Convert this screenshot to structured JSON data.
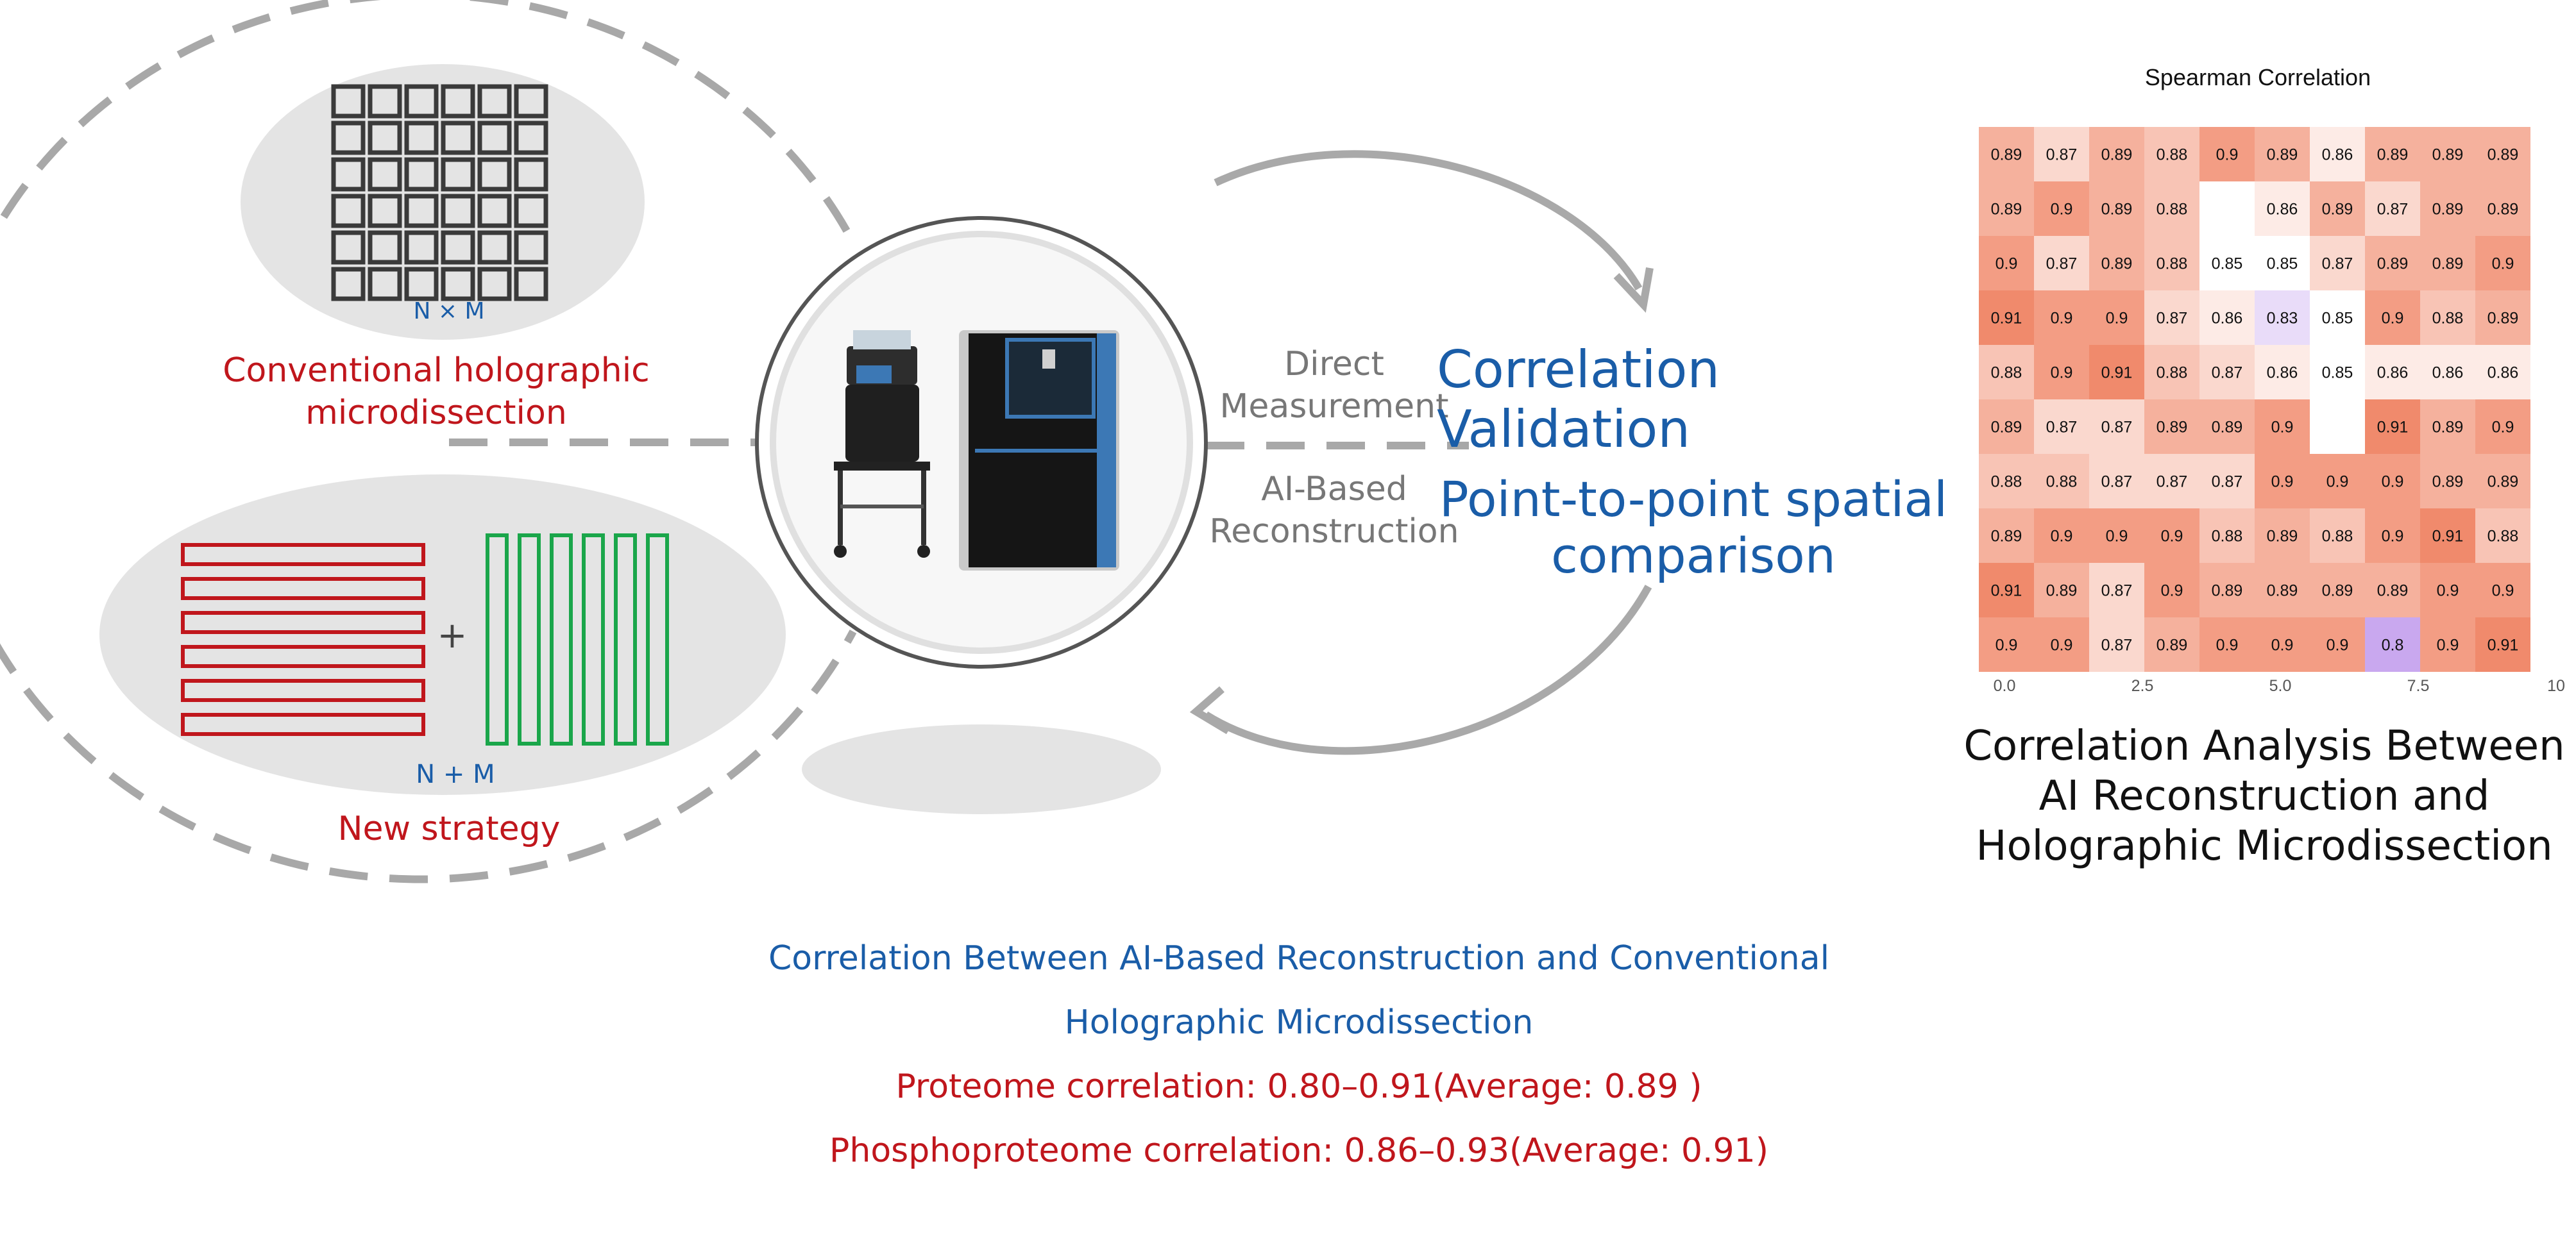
{
  "left_panel": {
    "conventional_label": "Conventional holographic microdissection",
    "conventional_formula": "N × M",
    "new_label": "New strategy",
    "new_formula": "N + M",
    "plus_sign": "+",
    "grid_rows": 6,
    "grid_cols": 6,
    "horizontal_bars": 6,
    "vertical_bars": 6,
    "colors": {
      "grid": "#3a3a3a",
      "horizontal": "#c0161c",
      "vertical": "#1aa64a",
      "ellipse": "#e4e4e4",
      "dash": "#a8a8a8"
    }
  },
  "center": {
    "instrument_icon": "mass-spectrometer-icon",
    "direct_label": "Direct Measurement",
    "ai_label": "AI-Based Reconstruction"
  },
  "validation": {
    "title": "Correlation Validation",
    "subtitle": "Point-to-point spatial comparison"
  },
  "chart_data": {
    "type": "heatmap",
    "title": "Spearman Correlation",
    "x_ticks": [
      "0.0",
      "2.5",
      "5.0",
      "7.5",
      "10"
    ],
    "xlim": [
      0,
      10
    ],
    "rows": [
      [
        0.89,
        0.87,
        0.89,
        0.88,
        0.9,
        0.89,
        0.86,
        0.89,
        0.89,
        0.89
      ],
      [
        0.89,
        0.9,
        0.89,
        0.88,
        null,
        0.86,
        0.89,
        0.87,
        0.89,
        0.89
      ],
      [
        0.9,
        0.87,
        0.89,
        0.88,
        0.85,
        0.85,
        0.87,
        0.89,
        0.89,
        0.9
      ],
      [
        0.91,
        0.9,
        0.9,
        0.87,
        0.86,
        0.83,
        0.85,
        0.9,
        0.88,
        0.89
      ],
      [
        0.88,
        0.9,
        0.91,
        0.88,
        0.87,
        0.86,
        0.85,
        0.86,
        0.86,
        0.86
      ],
      [
        0.89,
        0.87,
        0.87,
        0.89,
        0.89,
        0.9,
        null,
        0.91,
        0.89,
        0.9
      ],
      [
        0.88,
        0.88,
        0.87,
        0.87,
        0.87,
        0.9,
        0.9,
        0.9,
        0.89,
        0.89
      ],
      [
        0.89,
        0.9,
        0.9,
        0.9,
        0.88,
        0.89,
        0.88,
        0.9,
        0.91,
        0.88
      ],
      [
        0.91,
        0.89,
        0.87,
        0.9,
        0.89,
        0.89,
        0.89,
        0.89,
        0.9,
        0.9
      ],
      [
        0.9,
        0.9,
        0.87,
        0.89,
        0.9,
        0.9,
        0.9,
        0.8,
        0.9,
        0.91
      ]
    ],
    "colors": {
      "low": "#c9a8ef",
      "mid": "#ffffff",
      "high": "#f08a6c"
    }
  },
  "heatmap_caption": "Correlation Analysis Between AI Reconstruction and Holographic Microdissection",
  "bottom": {
    "line1": "Correlation Between AI-Based Reconstruction and Conventional",
    "line2": "Holographic Microdissection",
    "line3": "Proteome correlation: 0.80–0.91(Average: 0.89 )",
    "line4": "Phosphoproteome correlation: 0.86–0.93(Average: 0.91)"
  }
}
